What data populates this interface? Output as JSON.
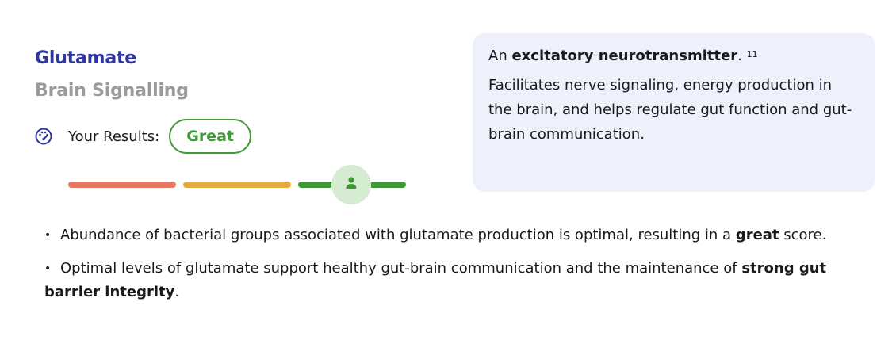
{
  "header": {
    "title": "Glutamate",
    "subtitle": "Brain Signalling"
  },
  "results": {
    "label": "Your Results:",
    "badge": "Great",
    "score_level": "great",
    "colors": {
      "title": "#2e35a0",
      "great": "#3f9a3a",
      "poor": "#e8785e",
      "fair": "#e8a93c",
      "card_bg": "#eef0fb"
    }
  },
  "scale": {
    "segments": [
      "red",
      "yellow",
      "green"
    ],
    "marker_icon": "person-icon",
    "marker_segment": "green"
  },
  "info": {
    "lead_prefix": "An ",
    "lead_bold": "excitatory neurotransmitter",
    "lead_suffix": ".",
    "lead_ref": "11",
    "body": "Facilitates nerve signaling, energy production in the brain, and helps regulate gut function and gut-brain communication."
  },
  "bullets": [
    {
      "text": "Abundance of bacterial groups associated with glutamate production is optimal, resulting in a ",
      "bold": "great",
      "suffix": " score."
    },
    {
      "text": "Optimal levels of glutamate support healthy gut-brain communication and the maintenance of ",
      "bold": "strong gut barrier integrity",
      "suffix": "."
    }
  ],
  "icons": {
    "bullet": "•",
    "gauge": "gauge-icon"
  }
}
